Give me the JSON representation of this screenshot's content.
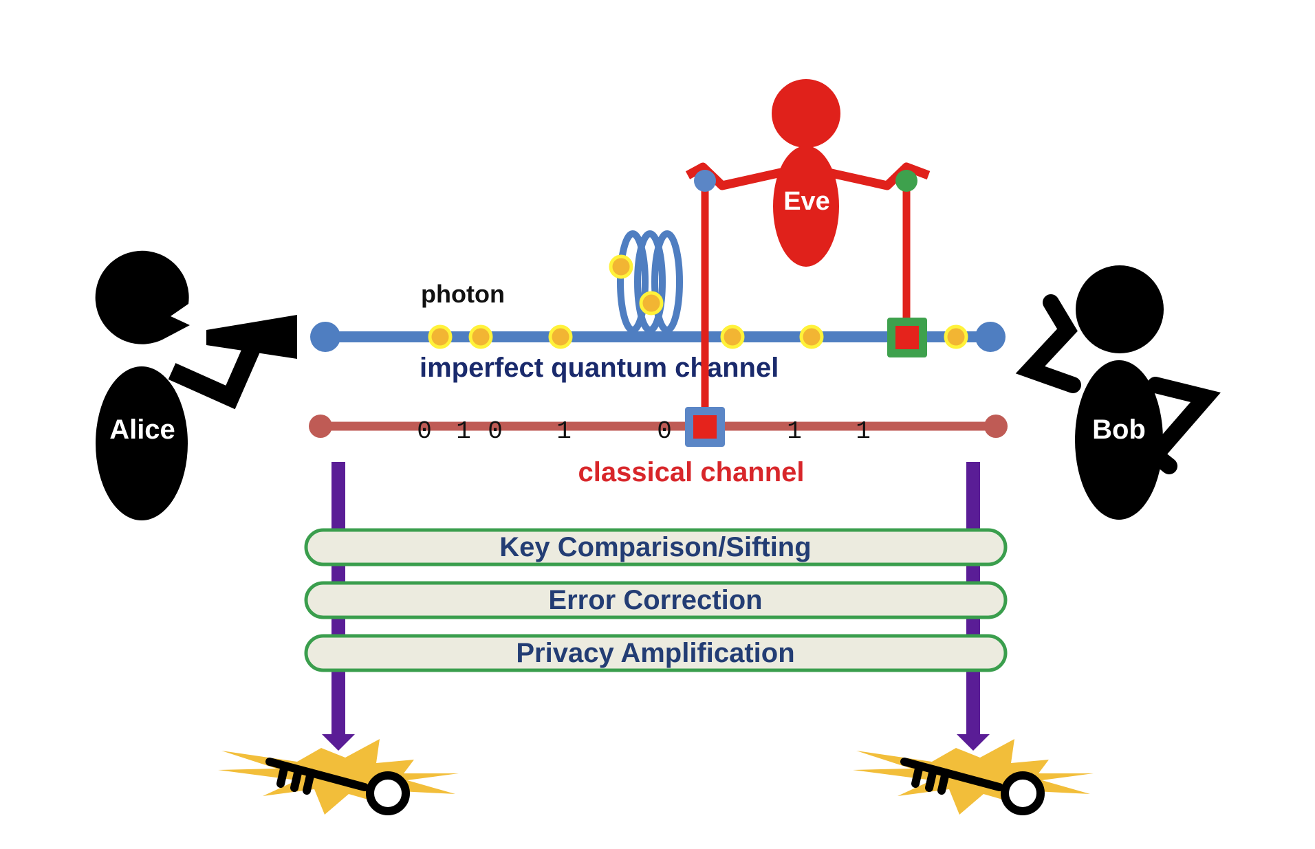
{
  "diagram": {
    "type": "quantum key distribution protocol",
    "actors": {
      "alice": {
        "label": "Alice",
        "color": "#000000",
        "text_color": "#ffffff"
      },
      "bob": {
        "label": "Bob",
        "color": "#000000",
        "text_color": "#ffffff"
      },
      "eve": {
        "label": "Eve",
        "color": "#e0211b",
        "text_color": "#ffffff"
      }
    },
    "quantum_channel": {
      "label": "imperfect quantum channel",
      "label_color": "#1a2a6c",
      "line_color": "#4f7ec1",
      "photon_label": "photon",
      "photon_color": "#f2b533",
      "photon_glow": "#fff23a"
    },
    "classical_channel": {
      "label": "classical channel",
      "label_color": "#d8262a",
      "line_color": "#bf5b55",
      "bits": [
        "0",
        "1",
        "0",
        "1",
        "0",
        "1",
        "1"
      ]
    },
    "eve_taps": {
      "classical_tap_border": "#5b86c6",
      "quantum_tap_border": "#3ea14d",
      "tap_fill": "#e5231c",
      "left_hand_dot": "#5b86c6",
      "right_hand_dot": "#3ea14d"
    },
    "steps": [
      {
        "label": "Key Comparison/Sifting"
      },
      {
        "label": "Error Correction"
      },
      {
        "label": "Privacy Amplification"
      }
    ],
    "step_style": {
      "fill": "#ecebdf",
      "border": "#3a9e4d",
      "text": "#233d74"
    },
    "arrow_color": "#5a1d96",
    "keys": [
      {
        "owner": "Alice",
        "burst_color": "#f2be3a"
      },
      {
        "owner": "Bob",
        "burst_color": "#f2be3a"
      }
    ]
  }
}
